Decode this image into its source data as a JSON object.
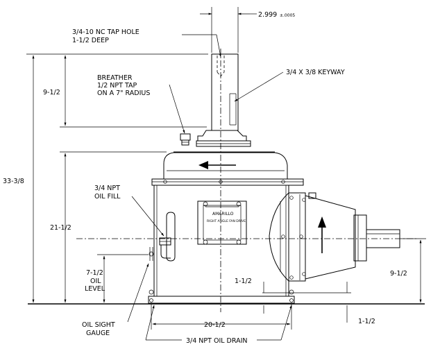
{
  "dimensions": {
    "shaft_diameter": "2.999",
    "shaft_tolerance": "±.0005",
    "shaft_height": "9-1/2",
    "overall_height": "33-3/8",
    "base_to_flange": "21-1/2",
    "oil_level_height": "7-1/2",
    "oil_level_word": "OIL",
    "oil_level_label": "LEVEL",
    "base_width": "20-1/2",
    "input_shaft_height": "9-1/2",
    "input_offset_upper": "1-1/2",
    "input_offset_lower": "1-1/2"
  },
  "callouts": {
    "tap_hole_line1": "3/4-10 NC TAP HOLE",
    "tap_hole_line2": "1-1/2 DEEP",
    "keyway": "3/4 X 3/8 KEYWAY",
    "breather_line1": "BREATHER",
    "breather_line2": "1/2 NPT TAP",
    "breather_line3": "ON A 7\" RADIUS",
    "oil_fill_line1": "3/4 NPT",
    "oil_fill_line2": "OIL FILL",
    "sight_gauge_line1": "OIL SIGHT",
    "sight_gauge_line2": "GAUGE",
    "oil_drain": "3/4 NPT OIL DRAIN"
  },
  "nameplate": {
    "brand": "AMARILLO",
    "subtitle": "RIGHT ANGLE FAN DRIVE"
  }
}
